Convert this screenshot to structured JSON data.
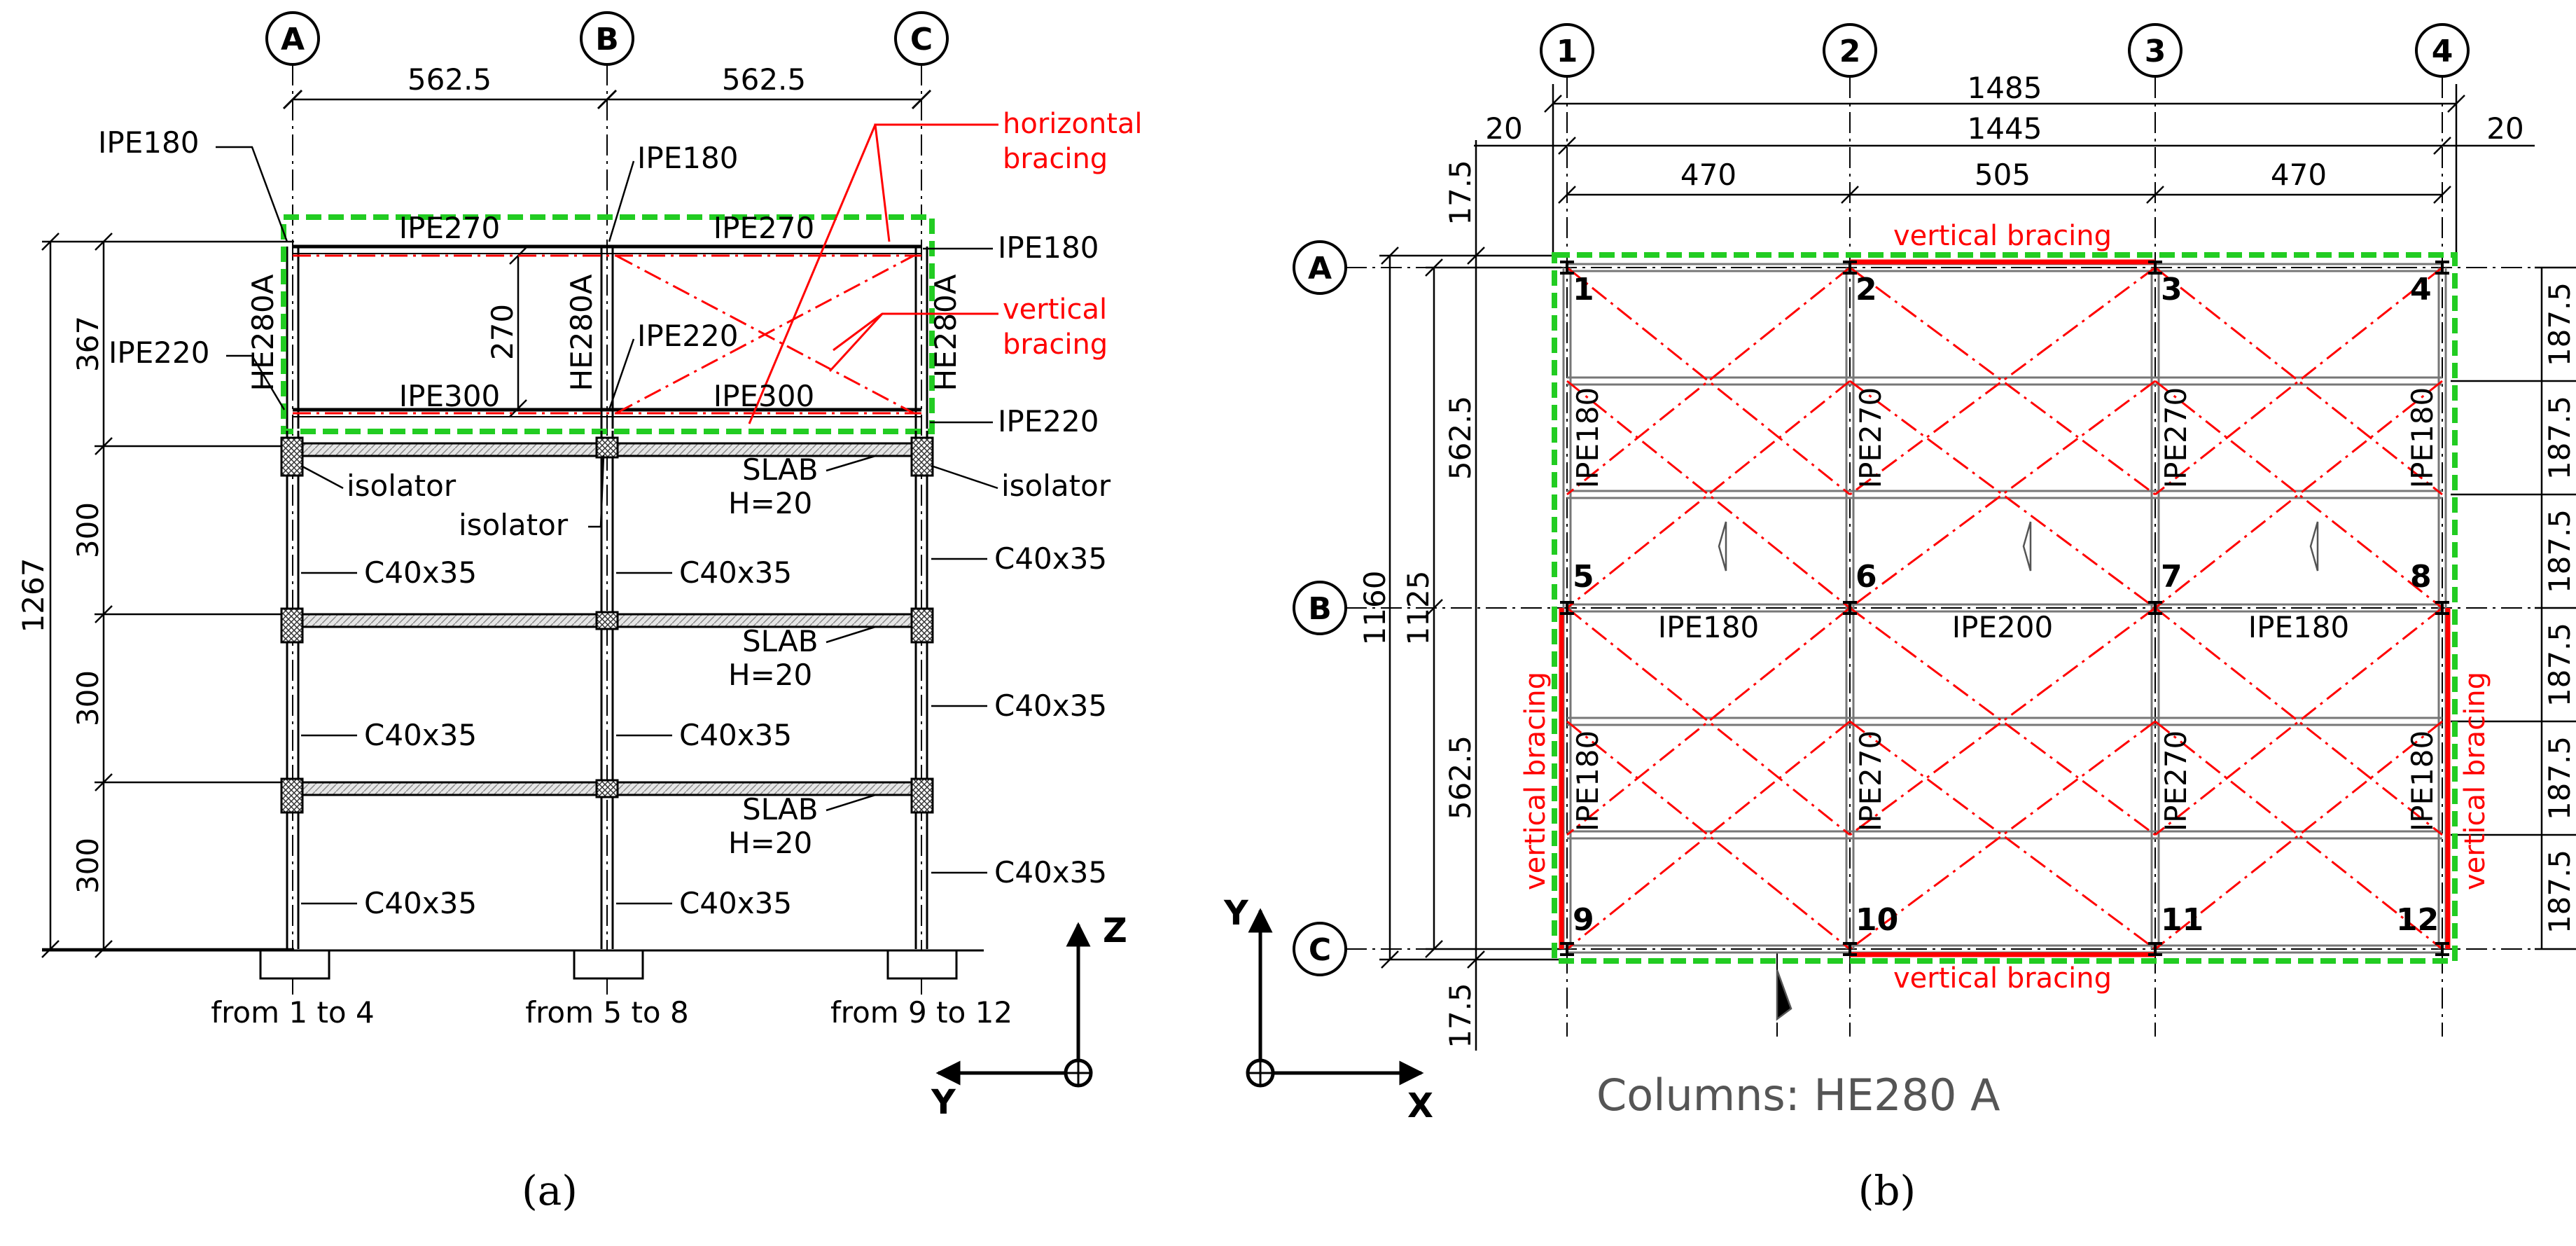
{
  "panel_a": {
    "caption": "(a)",
    "grid_labels": [
      "A",
      "B",
      "C"
    ],
    "dims_top": [
      "562.5",
      "562.5"
    ],
    "dims_left": [
      "367",
      "300",
      "300",
      "300"
    ],
    "dim_total": "1267",
    "dim_270": "270",
    "beams": {
      "ipe180_tl": "IPE180",
      "ipe180_tm": "IPE180",
      "ipe180_r": "IPE180",
      "ipe270_l": "IPE270",
      "ipe270_r": "IPE270",
      "ipe300_l": "IPE300",
      "ipe300_r": "IPE300",
      "ipe220_l": "IPE220",
      "ipe220_m": "IPE220",
      "ipe220_r": "IPE220",
      "he_l": "HE280A",
      "he_m": "HE280A",
      "he_r": "HE280A"
    },
    "isolators": [
      "isolator",
      "isolator",
      "isolator"
    ],
    "slab": {
      "name": "SLAB",
      "h": "H=20"
    },
    "column_label": "C40x35",
    "from_labels": [
      "from 1 to 4",
      "from 5 to 8",
      "from 9 to 12"
    ],
    "red": {
      "horizontal": [
        "horizontal",
        "bracing"
      ],
      "vertical": [
        "vertical",
        "bracing"
      ]
    },
    "axes": {
      "up": "Z",
      "left": "Y"
    }
  },
  "panel_b": {
    "caption": "(b)",
    "grid_numbers": [
      "1",
      "2",
      "3",
      "4"
    ],
    "grid_letters": [
      "A",
      "B",
      "C"
    ],
    "dims_top": {
      "total": "1485",
      "inner": "1445",
      "edge": "20",
      "spans": [
        "470",
        "505",
        "470"
      ]
    },
    "dims_left": {
      "total": "1160",
      "inner": "1125",
      "half": "562.5",
      "edge": "17.5"
    },
    "dim_right": "187.5",
    "nodes": [
      "1",
      "2",
      "3",
      "4",
      "5",
      "6",
      "7",
      "8",
      "9",
      "10",
      "11",
      "12"
    ],
    "beams": {
      "ipe180": "IPE180",
      "ipe270": "IPE270",
      "ipe200": "IPE200"
    },
    "vertical_bracing": "vertical bracing",
    "columns_note": "Columns: HE280 A",
    "axes": {
      "up": "Y",
      "right": "X"
    }
  },
  "colors": {
    "red": "#ff0000",
    "green": "#22cc22",
    "dark": "#000000",
    "grey": "#777777"
  }
}
